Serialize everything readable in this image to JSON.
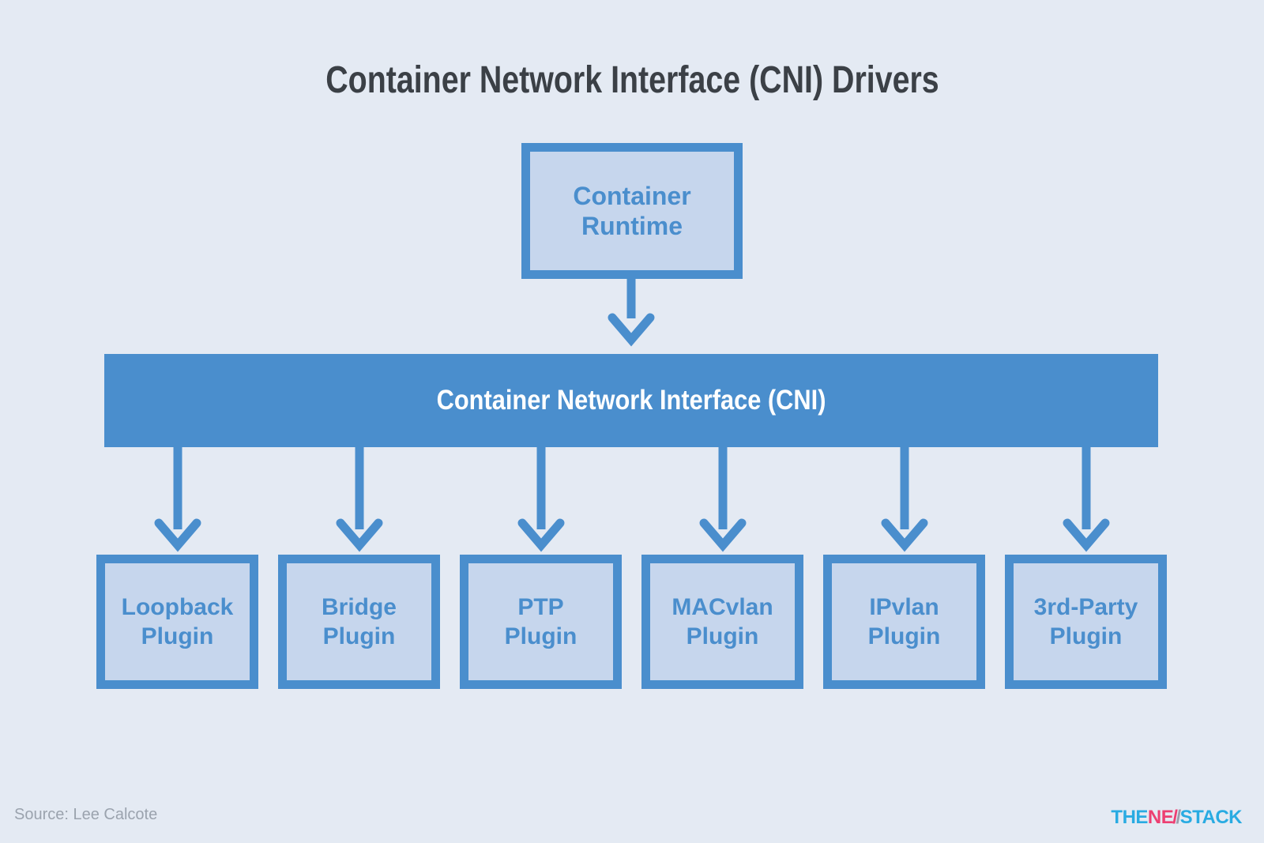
{
  "title": "Container Network Interface (CNI) Drivers",
  "diagram": {
    "root": {
      "line1": "Container",
      "line2": "Runtime"
    },
    "bus": {
      "label": "Container Network Interface (CNI)"
    },
    "plugins": [
      {
        "line1": "Loopback",
        "line2": "Plugin"
      },
      {
        "line1": "Bridge",
        "line2": "Plugin"
      },
      {
        "line1": "PTP",
        "line2": "Plugin"
      },
      {
        "line1": "MACvlan",
        "line2": "Plugin"
      },
      {
        "line1": "IPvlan",
        "line2": "Plugin"
      },
      {
        "line1": "3rd-Party",
        "line2": "Plugin"
      }
    ]
  },
  "footer": {
    "source": "Source: Lee Calcote",
    "logo": {
      "the": "THE",
      "ne": "NE",
      "w1": "/",
      "w2": "/",
      "stack": "STACK"
    }
  },
  "colors": {
    "background": "#e4eaf3",
    "accent": "#4a8ecd",
    "node_fill": "#c6d6ed",
    "title_text": "#3b4046",
    "bar_text": "#ffffff",
    "source_text": "#9ba3ae",
    "logo_cyan": "#29abe2",
    "logo_pink": "#ed3f72",
    "logo_gray": "#9a9dab"
  }
}
